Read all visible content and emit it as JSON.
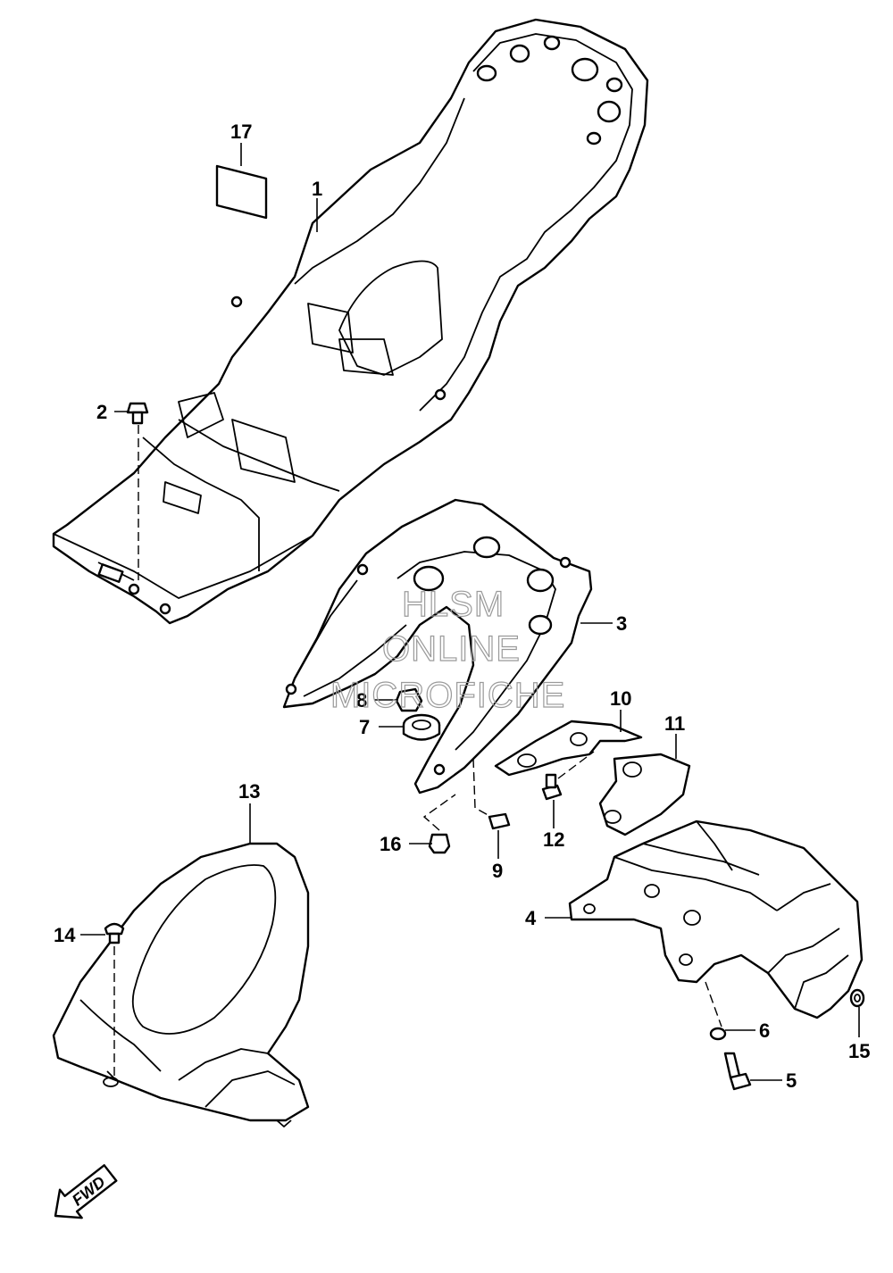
{
  "callouts": [
    {
      "id": "1",
      "label": "1"
    },
    {
      "id": "2",
      "label": "2"
    },
    {
      "id": "3",
      "label": "3"
    },
    {
      "id": "4",
      "label": "4"
    },
    {
      "id": "5",
      "label": "5"
    },
    {
      "id": "6",
      "label": "6"
    },
    {
      "id": "7",
      "label": "7"
    },
    {
      "id": "8",
      "label": "8"
    },
    {
      "id": "9",
      "label": "9"
    },
    {
      "id": "10",
      "label": "10"
    },
    {
      "id": "11",
      "label": "11"
    },
    {
      "id": "12",
      "label": "12"
    },
    {
      "id": "13",
      "label": "13"
    },
    {
      "id": "14",
      "label": "14"
    },
    {
      "id": "15",
      "label": "15"
    },
    {
      "id": "16",
      "label": "16"
    },
    {
      "id": "17",
      "label": "17"
    }
  ],
  "watermark": {
    "line1": "HLSM",
    "line2": "ONLINE",
    "line3": "MICROFICHE",
    "color": "#9a9a9a"
  },
  "direction_arrow": {
    "label": "FWD"
  },
  "colors": {
    "line": "#000000",
    "background": "#ffffff"
  }
}
